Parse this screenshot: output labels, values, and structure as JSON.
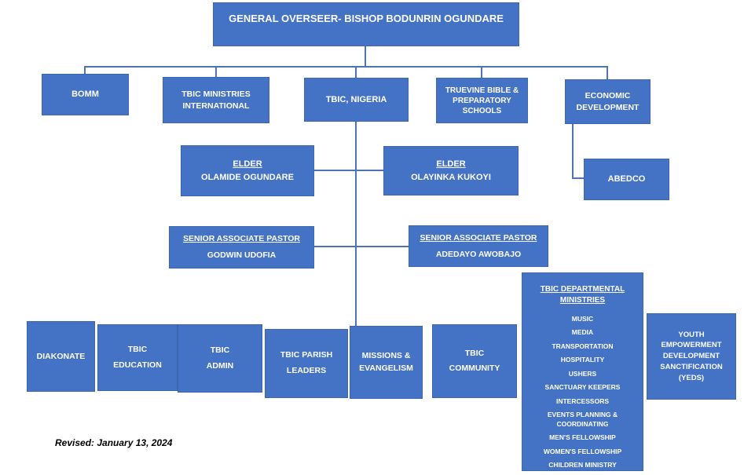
{
  "colors": {
    "box_fill": "#4472C4",
    "box_border": "#3d66b0",
    "connector_line": "#4f74b3",
    "box_text": "#ffffff",
    "footer_text": "#000000"
  },
  "nodes": {
    "general_overseer": {
      "label": "GENERAL OVERSEER- BISHOP BODUNRIN OGUNDARE"
    },
    "bomm": {
      "label": "BOMM"
    },
    "tbic_ministries_international": {
      "label": "TBIC MINISTRIES\nINTERNATIONAL"
    },
    "tbic_nigeria": {
      "label": "TBIC, NIGERIA"
    },
    "truevine_schools": {
      "label": "TRUEVINE BIBLE &\nPREPARATORY\nSCHOOLS"
    },
    "economic_development": {
      "label": "ECONOMIC\nDEVELOPMENT"
    },
    "elder_olamide": {
      "title": "ELDER",
      "name": "OLAMIDE OGUNDARE"
    },
    "elder_olayinka": {
      "title": "ELDER",
      "name": "OLAYINKA KUKOYI"
    },
    "abedco": {
      "label": "ABEDCO"
    },
    "sap_godwin": {
      "title": "SENIOR ASSOCIATE PASTOR",
      "name": "GODWIN UDOFIA"
    },
    "sap_adedayo": {
      "title": "SENIOR ASSOCIATE PASTOR",
      "name": "ADEDAYO AWOBAJO"
    },
    "diakonate": {
      "label": "DIAKONATE"
    },
    "tbic_education": {
      "label": "TBIC\nEDUCATION"
    },
    "tbic_admin": {
      "label": "TBIC\nADMIN"
    },
    "tbic_parish_leaders": {
      "label": "TBIC PARISH\nLEADERS"
    },
    "missions_evangelism": {
      "label": "MISSIONS &\nEVANGELISM"
    },
    "tbic_community": {
      "label": "TBIC\nCOMMUNITY"
    },
    "departmental": {
      "title": "TBIC DEPARTMENTAL\nMINISTRIES",
      "items": [
        "MUSIC",
        "MEDIA",
        "TRANSPORTATION",
        "HOSPITALITY",
        "USHERS",
        "SANCTUARY KEEPERS",
        "INTERCESSORS",
        "EVENTS PLANNING & COORDINATING",
        "MEN'S FELLOWSHIP",
        "WOMEN'S FELLOWSHIP",
        "CHILDREN MINISTRY"
      ]
    },
    "yeds": {
      "label": "YOUTH\nEMPOWERMENT\nDEVELOPMENT\nSANCTIFICATION\n(YEDS)"
    }
  },
  "footer": {
    "revised": "Revised: January 13, 2024"
  }
}
